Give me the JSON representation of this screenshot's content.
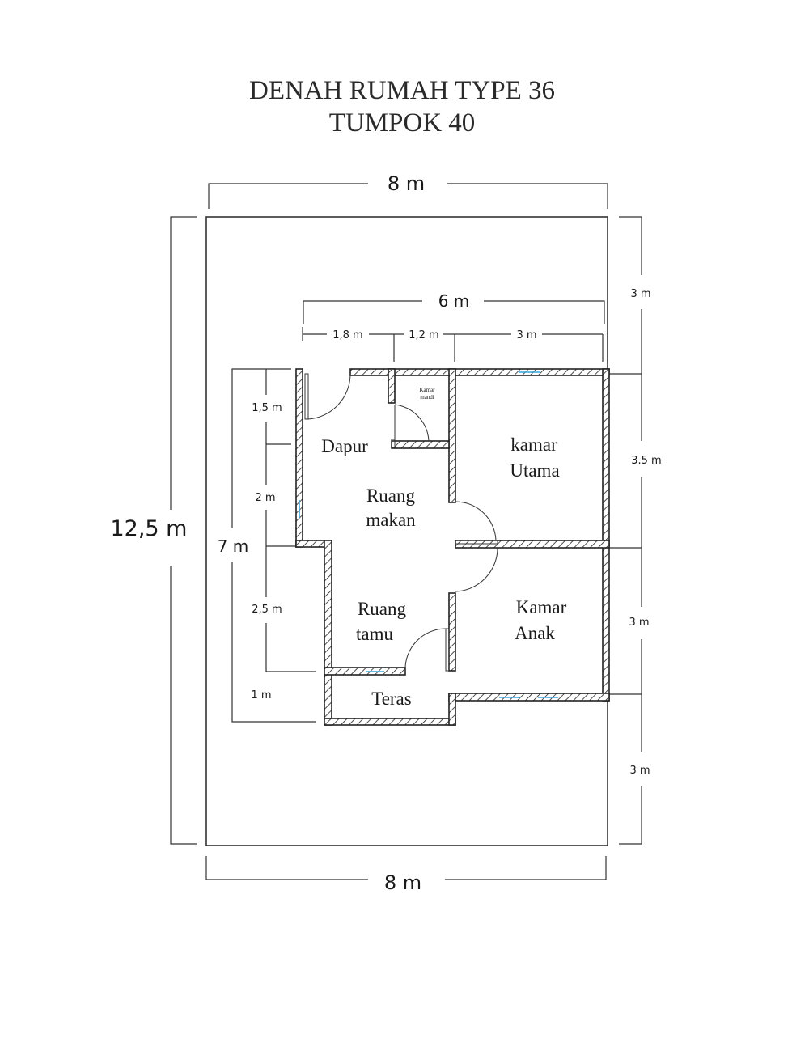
{
  "title": {
    "line1": "DENAH RUMAH TYPE 36",
    "line2": "TUMPOK 40"
  },
  "dimensions": {
    "lot_width_top": "8 m",
    "lot_width_bottom": "8 m",
    "lot_length": "12,5 m",
    "house_width": "6 m",
    "house_length": "7 m",
    "segment_kitchen_width": "1,8 m",
    "segment_bathroom_width": "1,2 m",
    "segment_bedroom_width": "3 m",
    "left_kitchen": "1,5 m",
    "left_dining": "2 m",
    "left_living": "2,5 m",
    "left_terrace": "1 m",
    "right_back_yard": "3 m",
    "right_master": "3.5 m",
    "right_child": "3 m",
    "right_front_yard": "3 m"
  },
  "rooms": {
    "kitchen": "Dapur",
    "bathroom_line1": "Kamar",
    "bathroom_line2": "mandi",
    "dining_line1": "Ruang",
    "dining_line2": "makan",
    "master_line1": "kamar",
    "master_line2": "Utama",
    "living_line1": "Ruang",
    "living_line2": "tamu",
    "child_line1": "Kamar",
    "child_line2": "Anak",
    "terrace": "Teras"
  },
  "colors": {
    "line": "#333333",
    "window": "#37a7e0",
    "background": "#ffffff"
  }
}
